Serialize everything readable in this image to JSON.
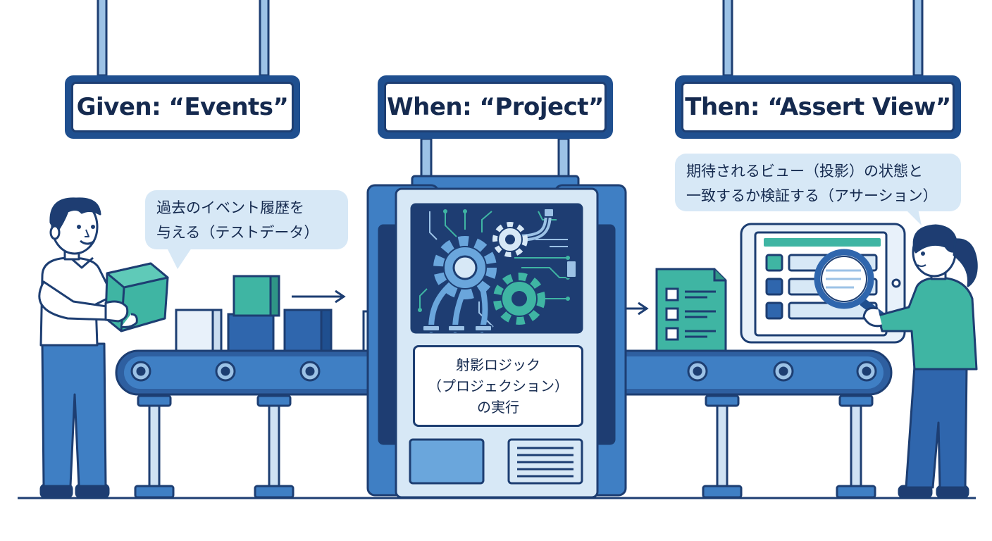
{
  "signs": {
    "given": "Given: “Events”",
    "when": "When: “Project”",
    "then": "Then: “Assert View”"
  },
  "bubbles": {
    "left": [
      "過去のイベント履歴を",
      "与える（テストデータ）"
    ],
    "right": [
      "期待されるビュー（投影）の状態と",
      "一致するか検証する（アサーション）"
    ]
  },
  "machine_label": [
    "射影ロジック",
    "（プロジェクション）",
    "の実行"
  ],
  "colors": {
    "navy": "#1d3e72",
    "blue": "#3f7fc4",
    "light_blue": "#d7e8f6",
    "teal": "#3fb5a3",
    "dark_panel": "#1e3d72"
  }
}
